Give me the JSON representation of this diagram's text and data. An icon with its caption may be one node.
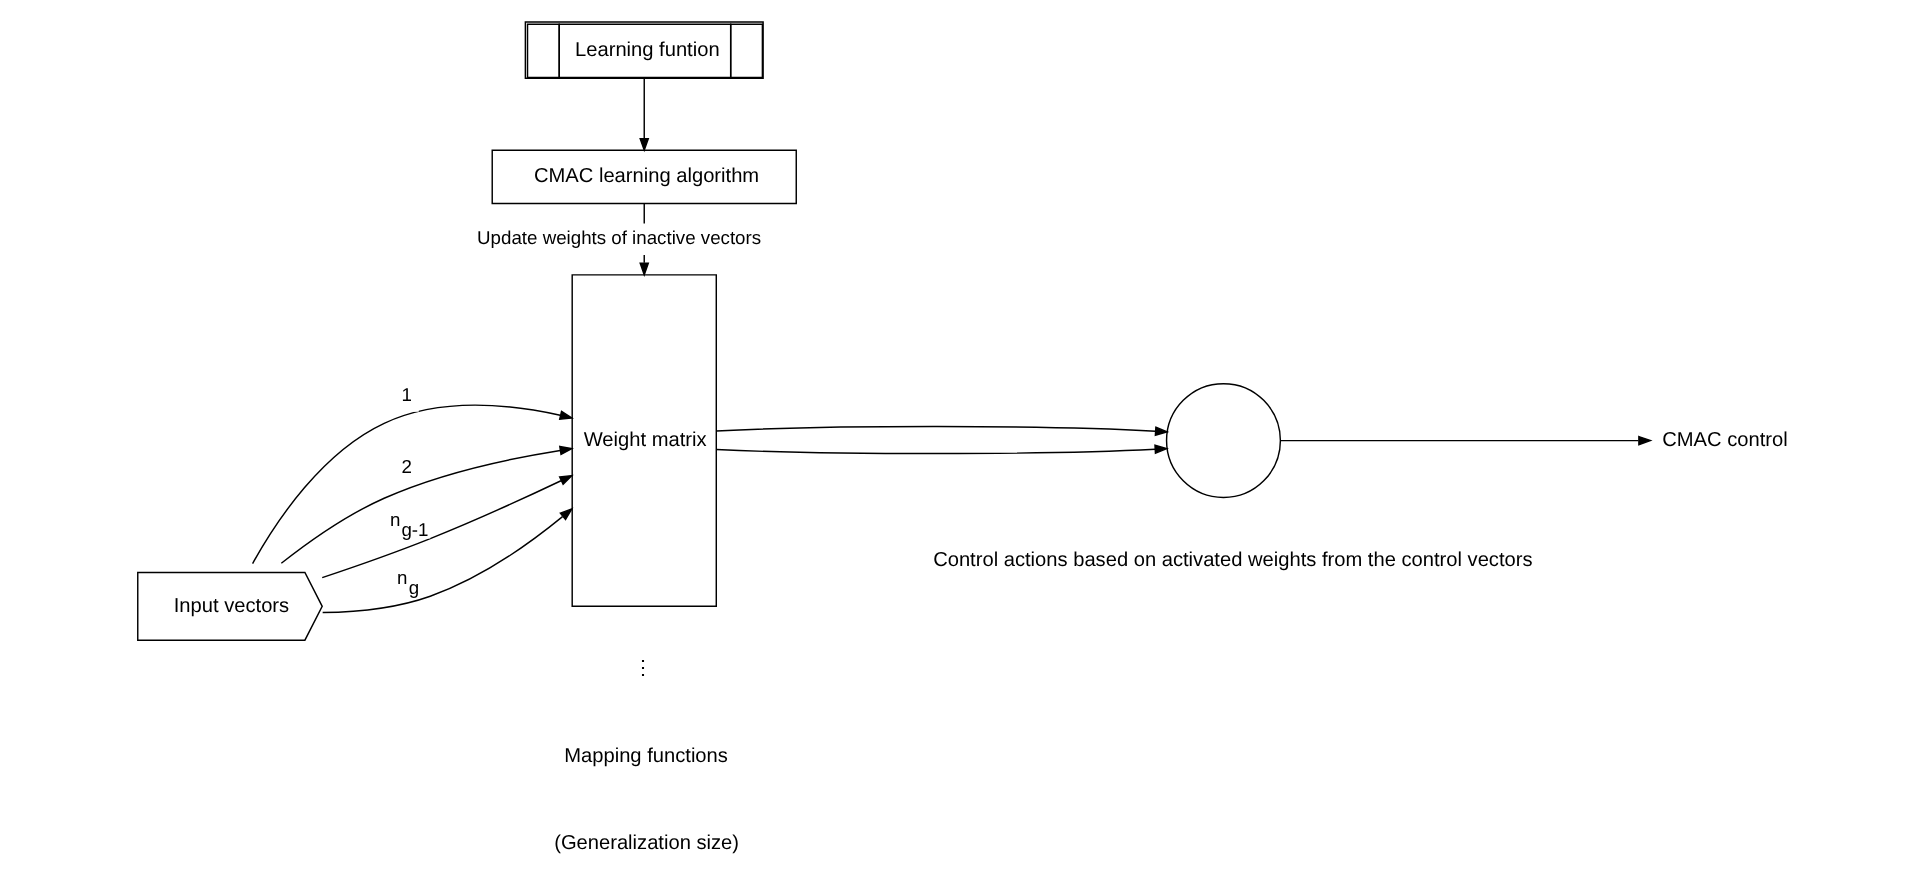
{
  "diagram": {
    "nodes": [
      {
        "text": [
          "Learning funtion"
        ]
      },
      {
        "text": [
          "CMAC learning algorithm"
        ]
      },
      {
        "text": [
          "Input vectors"
        ]
      },
      {
        "text": [
          "Weight matrix"
        ]
      },
      {
        "text": [],
        "shape": "circle"
      },
      {
        "text": [
          "CMAC control"
        ]
      }
    ],
    "edges": [
      {
        "from": 0,
        "to": 1,
        "arrow": "to"
      },
      {
        "from": 1,
        "to": 3,
        "arrow": "to",
        "label": "Update weights of inactive vectors"
      },
      {
        "from": 2,
        "to": 3,
        "arrow": "to",
        "label": "1"
      },
      {
        "from": 2,
        "to": 3,
        "arrow": "to",
        "label": "2"
      },
      {
        "from": 2,
        "to": 3,
        "arrow": "to",
        "label": "n$_{g-1}$"
      },
      {
        "from": 2,
        "to": 3,
        "arrow": "to",
        "label": "n$_{g}$"
      },
      {
        "from": 3,
        "to": 4,
        "arrow": "to"
      },
      {
        "from": 3,
        "to": 4,
        "arrow": "to"
      },
      {
        "from": 4,
        "to": 5,
        "arrow": "to"
      }
    ],
    "labels": [
      "⋮",
      "Mapping functions",
      "(Generalization size)",
      "Control actions based on activated weights from the control vectors"
    ]
  }
}
